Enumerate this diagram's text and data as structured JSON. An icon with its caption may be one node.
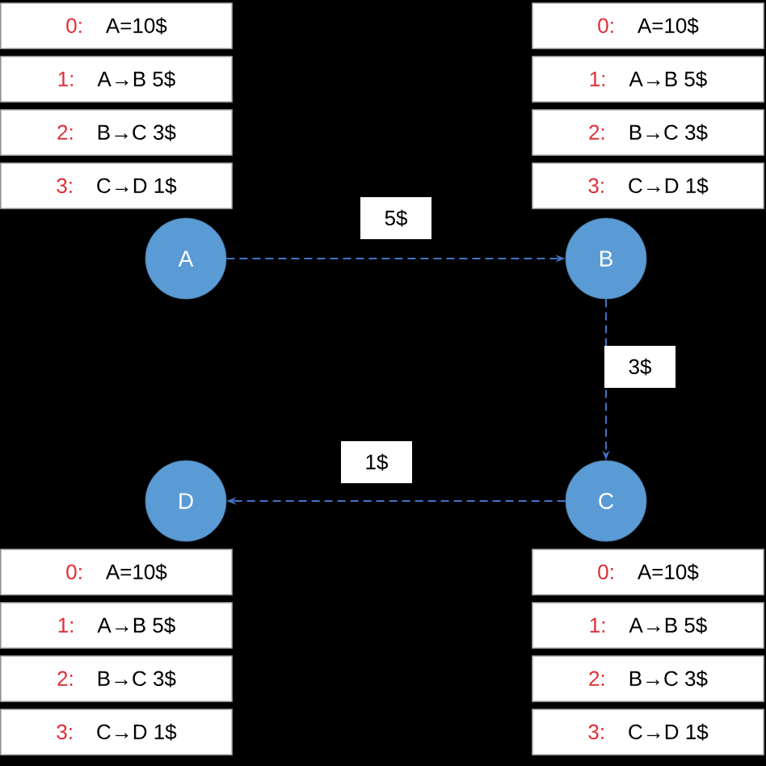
{
  "diagram": {
    "nodes": [
      {
        "text": [
          "0:",
          "A=10$"
        ]
      },
      {
        "text": [
          "1:",
          "A→B 5$"
        ]
      },
      {
        "text": [
          "2:",
          "B→C 3$"
        ]
      },
      {
        "text": [
          "3:",
          "C→D 1$"
        ]
      },
      {
        "text": [
          "0:",
          "A=10$"
        ]
      },
      {
        "text": [
          "1:",
          "A→B 5$"
        ]
      },
      {
        "text": [
          "2:",
          "B→C 3$"
        ]
      },
      {
        "text": [
          "3:",
          "C→D 1$"
        ]
      },
      {
        "text": [
          "A"
        ]
      },
      {
        "text": [
          "B"
        ]
      },
      {
        "text": [
          "C"
        ]
      },
      {
        "text": [
          "D"
        ]
      },
      {
        "text": [
          "0:",
          "A=10$"
        ]
      },
      {
        "text": [
          "1:",
          "A→B 5$"
        ]
      },
      {
        "text": [
          "2:",
          "B→C 3$"
        ]
      },
      {
        "text": [
          "3:",
          "C→D 1$"
        ]
      },
      {
        "text": [
          "0:",
          "A=10$"
        ]
      },
      {
        "text": [
          "1:",
          "A→B 5$"
        ]
      },
      {
        "text": [
          "2:",
          "B→C 3$"
        ]
      },
      {
        "text": [
          "3:",
          "C→D 1$"
        ]
      }
    ],
    "edges": [
      {
        "from": 8,
        "to": 9,
        "arrow": "to",
        "label": "5$",
        "style": "dashed"
      },
      {
        "from": 9,
        "to": 10,
        "arrow": "to",
        "label": "3$",
        "style": "dashed"
      },
      {
        "from": 10,
        "to": 11,
        "arrow": "to",
        "label": "1$",
        "style": "dashed"
      }
    ]
  }
}
